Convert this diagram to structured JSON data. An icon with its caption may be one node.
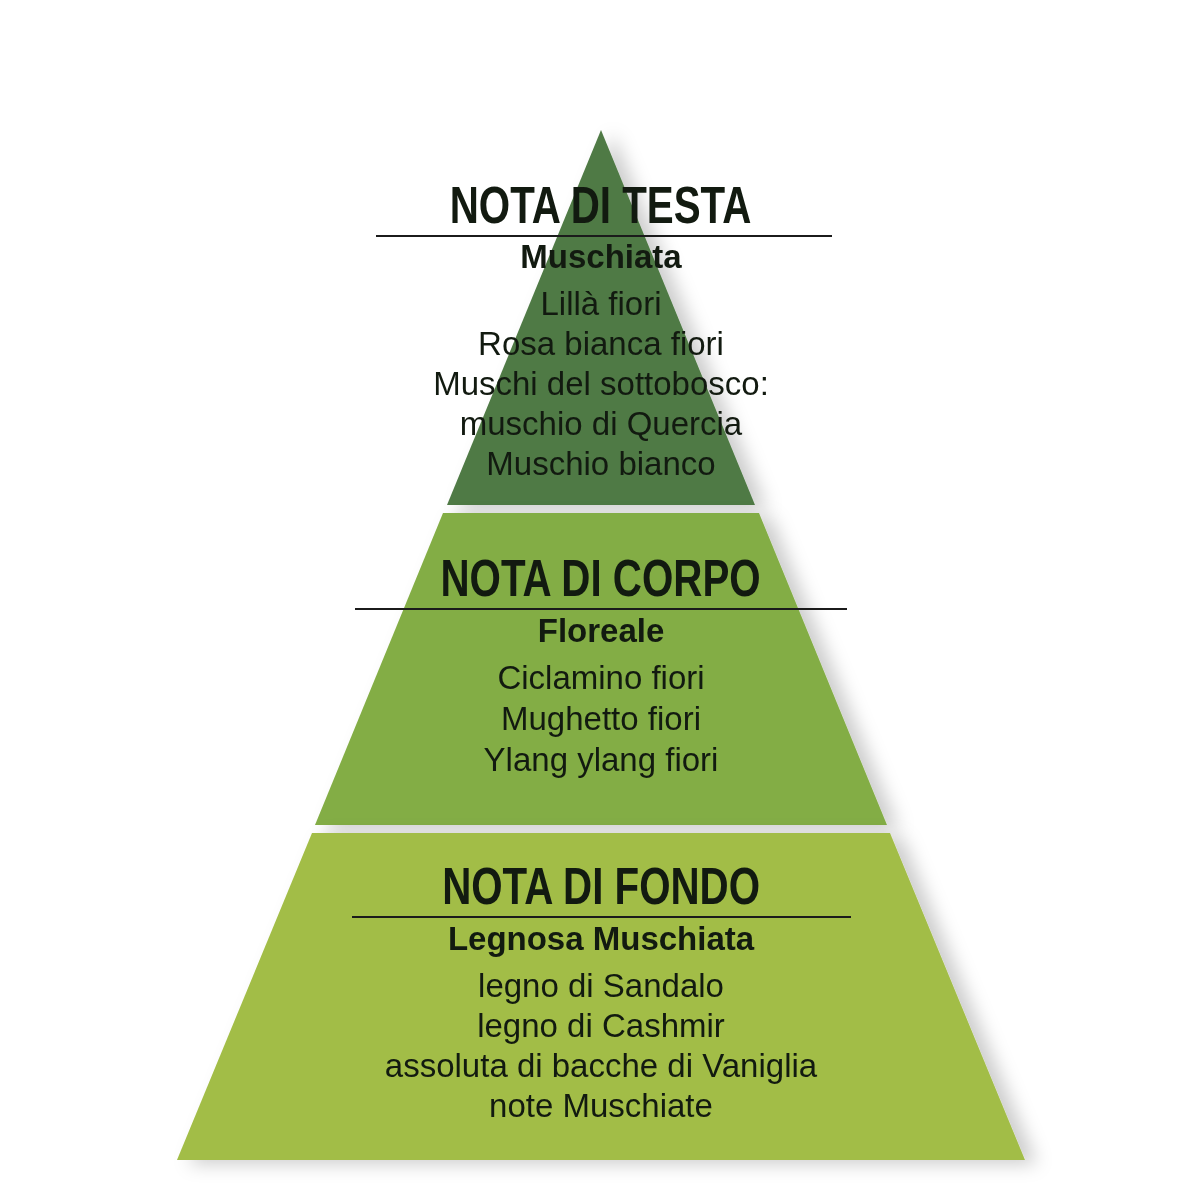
{
  "diagram": {
    "nodes": [
      {
        "text": [
          "NOTA DI TESTA",
          "Muschiata",
          "Lillà fiori",
          "Rosa bianca fiori",
          "Muschi del sottobosco: muschio di Quercia",
          "Muschio bianco"
        ]
      },
      {
        "text": [
          "NOTA DI CORPO",
          "Floreale",
          "Ciclamino fiori",
          "Mughetto fiori",
          "Ylang ylang fiori"
        ]
      },
      {
        "text": [
          "NOTA DI FONDO",
          "Legnosa Muschiata",
          "legno di Sandalo",
          "legno di Cashmir",
          "assoluta di bacche di Vaniglia",
          "note Muschiate"
        ]
      }
    ]
  }
}
